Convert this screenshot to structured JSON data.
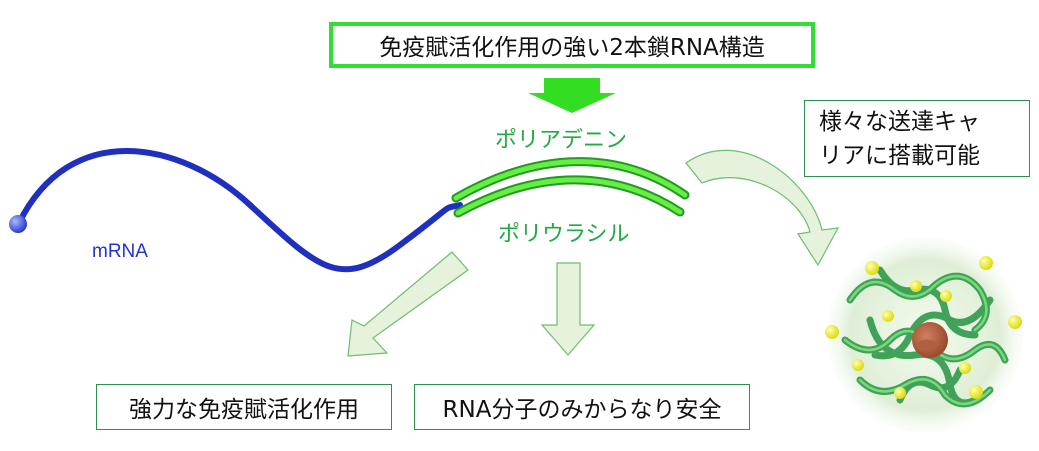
{
  "title": "免疫賦活化作用の強い2本鎖RNA構造",
  "strands": {
    "poly_a": "ポリアデニン",
    "poly_u": "ポリウラシル"
  },
  "mrna_label": "mRNA",
  "carrier": {
    "line1": "様々な送達キャ",
    "line2": "リアに搭載可能"
  },
  "benefits": {
    "immune": "強力な免疫賦活化作用",
    "safety": "RNA分子のみからなり安全"
  },
  "colors": {
    "accent_green": "#33dd33",
    "label_green": "#22aa44",
    "mrna_blue": "#2233cc",
    "arrow_fill": "#e6f2dc",
    "arrow_stroke": "#6cbf6c"
  }
}
